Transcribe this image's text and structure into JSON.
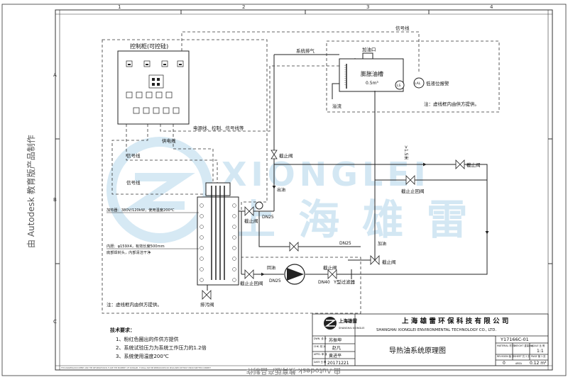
{
  "border": {
    "col_labels": [
      "1",
      "2",
      "3",
      "4"
    ],
    "row_labels": [
      "A",
      "B",
      "C"
    ],
    "side_watermark": "由 Autodesk 教育版产品制作",
    "bottom_watermark": "由 Autodesk 教育版产品制作",
    "bottom_fine_print": "THIS DRAWING/DOCUMENT AND THE INFORMATION IN IT ARE THE PROPERTY OF XIONGLEI. IT SHALL NOT BE REPRODUCED OR DISCLOSED WITHOUT PRIOR WRITTEN CONSENT"
  },
  "watermark": {
    "latin": "XIONGLEI",
    "chinese": "上 海 雄 雷"
  },
  "control_cabinet": {
    "title": "控制柜(可控硅)"
  },
  "cable_label": "电源线、控制、信号线等",
  "signal_line_labels": {
    "top": "信号线",
    "left_a": "信号线",
    "left_b": "信号线",
    "mid": "供电线"
  },
  "expansion_tank": {
    "title": "膨胀油槽",
    "volume": "0.5m³",
    "fill_port": "加油口",
    "vent_label": "系统排气",
    "overflow": "溢流",
    "ls": "LS",
    "ll": "LAL",
    "low_level_alarm": "低液位报警",
    "note": "注：虚线框内由供方提供。"
  },
  "pipe_labels": {
    "slope": ">1.5米",
    "outlet": "出油",
    "return": "回油",
    "dn25_a": "DN25",
    "dn25_b": "DN25",
    "dn25_c": "DN25",
    "dn40": "DN40",
    "refill": "加油"
  },
  "valves": {
    "stop_top": "截止阀",
    "stop_mid_right": "截止阀",
    "stop_return_right": "截止止回阀",
    "stop_left": "截止阀",
    "stop_return_left": "截止止回阀",
    "stop_pump_out": "截止阀",
    "stop_refill": "截止阀",
    "y_filter": "Y型过滤器",
    "drain": "排污阀"
  },
  "heater": {
    "line1": "加热器：380V/120kW，使用温度200℃",
    "line2": "内胆：φ159X4，有效长度500mm",
    "line3": "底部焊封头，内部清洁干净",
    "note": "注：虚线框内由供方提供。"
  },
  "tech_requirements": {
    "title": "技术要求：",
    "items": [
      "1、粉红色圈出的件供方提供",
      "2、系统试验压力为系统工作压力的1.2倍",
      "3、系统使用温度200℃"
    ]
  },
  "title_block": {
    "logo_text": "上海雄雷",
    "logo_sub": "SHANGHAI XIONGLEI",
    "company_cn": "上 海 雄 雷 环 保 科 技 有 限 公 司",
    "company_en": "SHANGHAI XIONGLEI ENVIRONMENTAL TECHNOLOGY CO., LTD.",
    "drawing_title": "导热油系统原理图",
    "drawing_no": "Y17166C-01",
    "dwn_label": "DWN.\n设 计",
    "dwn_value": "苏振坤",
    "chk_label": "CHK.\n校 对",
    "chk_value": "赵凡",
    "appd_label": "APPD.\n审 核",
    "appd_value": "黄进平",
    "date_label": "DATE\n日 期",
    "date_value": "20171221",
    "material_label": "MATERIAL\n材 料",
    "weight_label": "WEIGHT\n重量(kg)",
    "scale_label": "SCALE\n比 例",
    "scale_value": "1:1",
    "revision_label": "REVISION\n版 本",
    "revision_value": "0",
    "sheet_label": "SHEET\n共 2 页",
    "page_label": "PAGE\n第 1 页",
    "area_label": "AREA",
    "area_value": "0.12 m²"
  }
}
